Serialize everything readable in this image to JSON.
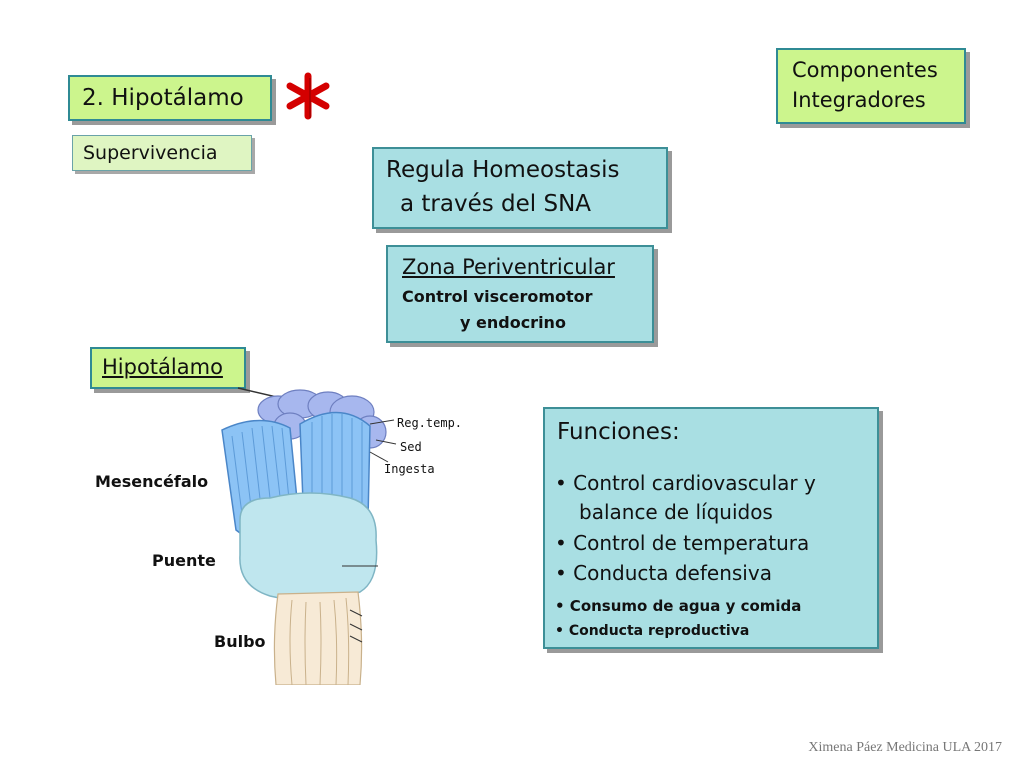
{
  "slide": {
    "title": "2. Hipotálamo",
    "star_symbol": "*",
    "supervivencia": "Supervivencia",
    "componentes": [
      "Componentes",
      "Integradores"
    ],
    "regula": [
      "Regula Homeostasis",
      "a través  del SNA"
    ],
    "zona": {
      "title": "Zona Periventricular",
      "line1": "Control visceromotor",
      "line2": "y endocrino"
    },
    "hipotalamo_label": "Hipotálamo",
    "brain_labels": {
      "mesencefalo": "Mesencéfalo",
      "puente": "Puente",
      "bulbo": "Bulbo",
      "reg_temp": "Reg.temp.",
      "sed": "Sed",
      "ingesta": "Ingesta"
    },
    "funciones": {
      "title": "Funciones:",
      "items": [
        "• Control cardiovascular y",
        "balance de líquidos",
        "• Control de temperatura",
        "• Conducta defensiva",
        "• Consumo de agua y comida",
        "• Conducta reproductiva"
      ]
    },
    "footer": "Ximena Páez Medicina ULA 2017"
  },
  "colors": {
    "green_box": "#ccf58d",
    "teal_box": "#a9dfe3",
    "star": "#d40000",
    "border": "#2f8a94"
  }
}
